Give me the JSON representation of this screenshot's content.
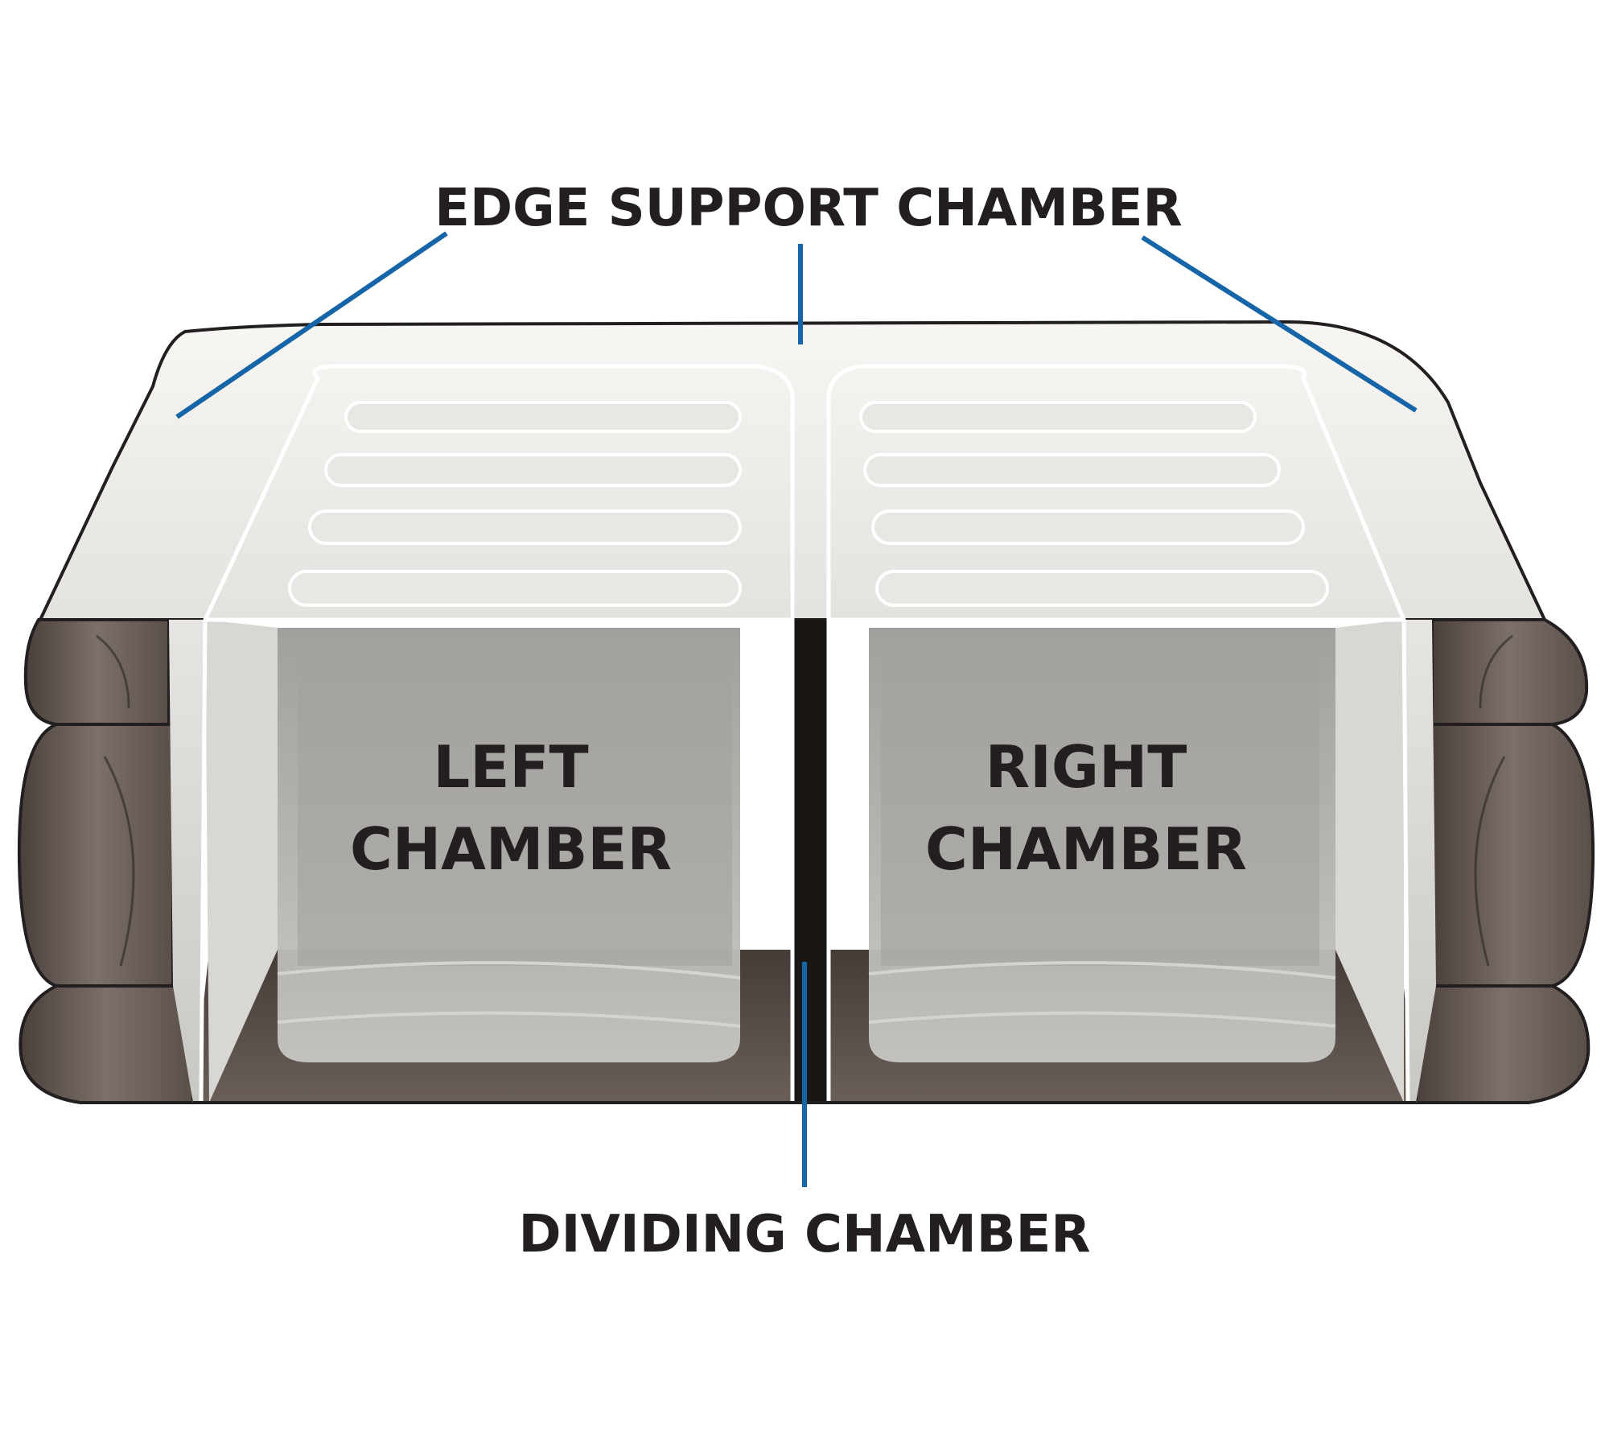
{
  "labels": {
    "edge_support": "EDGE SUPPORT CHAMBER",
    "left_line1": "LEFT",
    "left_line2": "CHAMBER",
    "right_line1": "RIGHT",
    "right_line2": "CHAMBER",
    "dividing": "DIVIDING CHAMBER"
  },
  "colors": {
    "leader_line": "#1565a8",
    "text": "#231f20",
    "mattress_top": "#efede9",
    "tube_dark": "#6e625b",
    "interior_floor": "#5e544f",
    "inner_chamber": "#a7a6a2",
    "outline": "#231f20"
  }
}
